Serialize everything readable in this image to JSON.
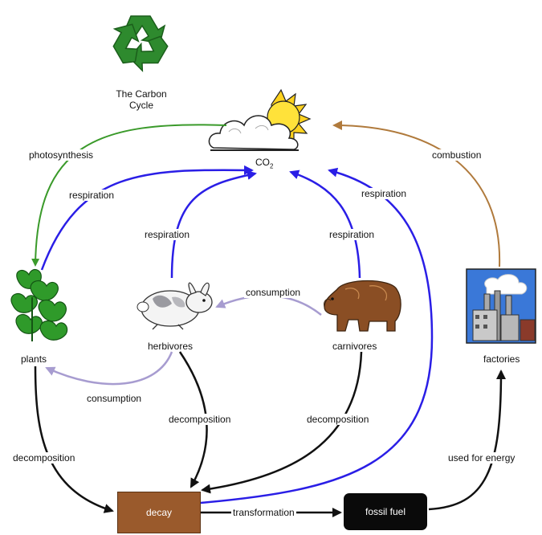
{
  "diagram": {
    "title_line1": "The Carbon",
    "title_line2": "Cycle",
    "co2_main": "CO",
    "co2_sub": "2",
    "nodes": {
      "plants": "plants",
      "herbivores": "herbivores",
      "carnivores": "carnivores",
      "factories": "factories",
      "decay": "decay",
      "fossil_fuel": "fossil fuel"
    },
    "edge_labels": {
      "photosynthesis": "photosynthesis",
      "respiration_plants": "respiration",
      "respiration_herbivores": "respiration",
      "respiration_carnivores": "respiration",
      "respiration_decay": "respiration",
      "combustion": "combustion",
      "consumption_carnivores": "consumption",
      "consumption_herbivores": "consumption",
      "decomposition_plants": "decomposition",
      "decomposition_herbivores": "decomposition",
      "decomposition_carnivores": "decomposition",
      "transformation": "transformation",
      "used_for_energy": "used for energy"
    },
    "colors": {
      "photosynthesis": "#3a9a2a",
      "respiration": "#2a1ee6",
      "combustion": "#b07a3c",
      "consumption": "#a79cd0",
      "flow": "#111111",
      "recycle": "#2e8a2e",
      "decay_box": "#9a5a2c",
      "fossil_box": "#0a0a0a"
    }
  }
}
